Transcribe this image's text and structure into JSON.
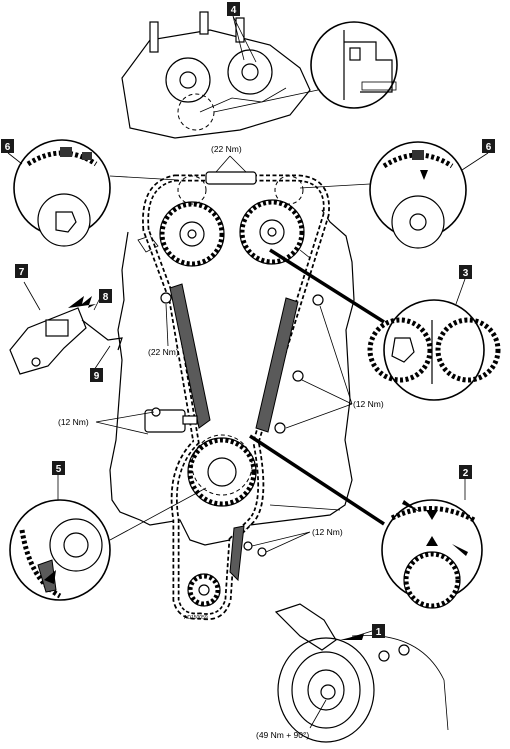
{
  "badges": [
    "1",
    "2",
    "3",
    "4",
    "5",
    "6",
    "6",
    "7",
    "8",
    "9"
  ],
  "torque": {
    "top": "(22 Nm)",
    "left_guide": "(22 Nm)",
    "right_bolts": "(12 Nm)",
    "tensioner": "(12 Nm)",
    "lower_guide": "(12 Nm)",
    "crank_pulley": "(49 Nm + 90°)"
  },
  "drawing_code": "AD150059"
}
